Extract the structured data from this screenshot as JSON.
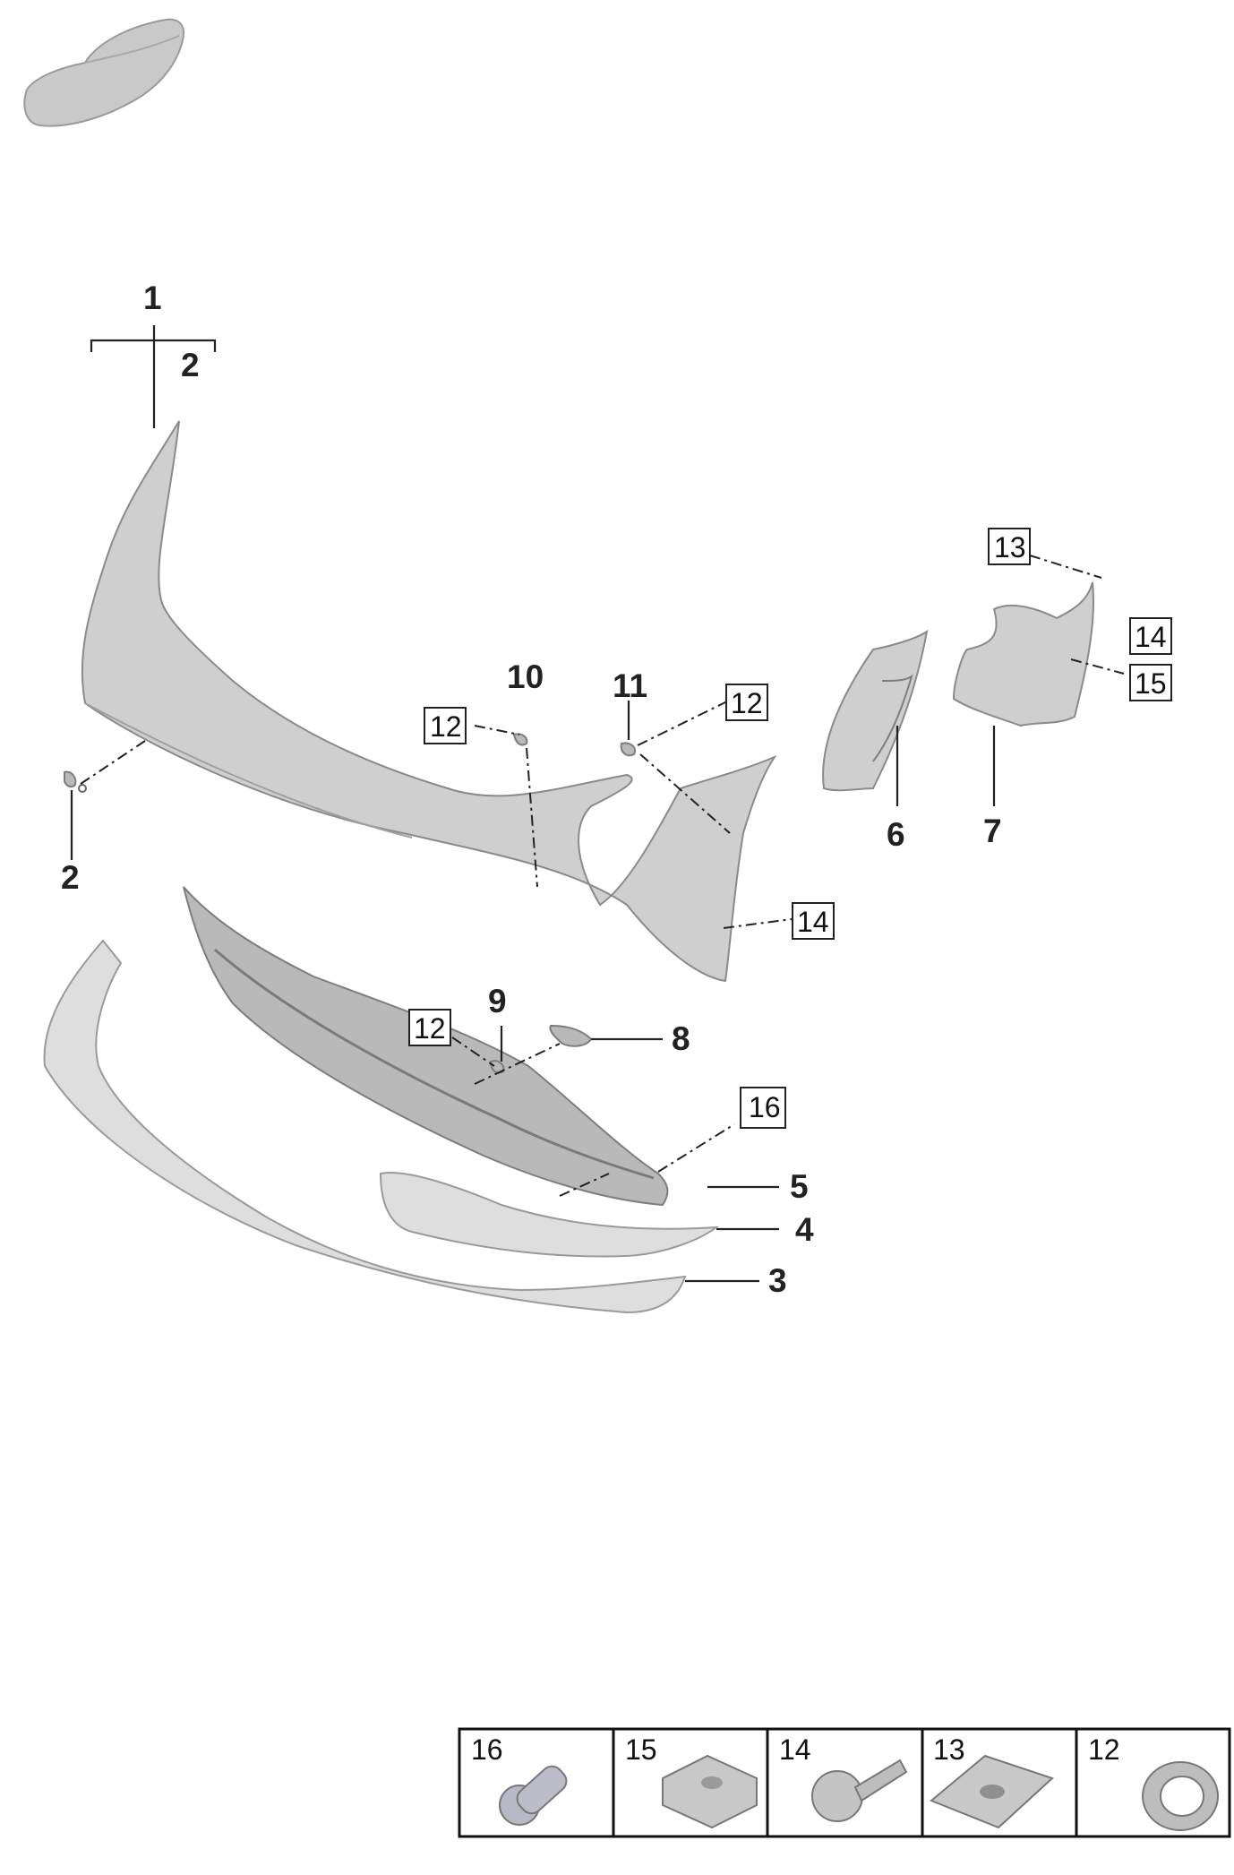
{
  "callouts": {
    "c1": "1",
    "c2_top": "2",
    "c2_left": "2",
    "c3": "3",
    "c4": "4",
    "c5": "5",
    "c6": "6",
    "c7": "7",
    "c8": "8",
    "c9": "9",
    "c10": "10",
    "c11": "11"
  },
  "boxed_callouts": {
    "b12_a": "12",
    "b12_b": "12",
    "b12_c": "12",
    "b13": "13",
    "b14_a": "14",
    "b14_b": "14",
    "b15": "15",
    "b16": "16"
  },
  "legend": {
    "items": [
      {
        "number": "16",
        "icon": "bolt-icon"
      },
      {
        "number": "15",
        "icon": "spring-nut-icon"
      },
      {
        "number": "14",
        "icon": "screw-icon"
      },
      {
        "number": "13",
        "icon": "clip-nut-icon"
      },
      {
        "number": "12",
        "icon": "grommet-icon"
      }
    ]
  },
  "colors": {
    "part_fill": "#cfcfcf",
    "part_stroke": "#8a8a8a",
    "line": "#222222",
    "background": "#ffffff"
  }
}
